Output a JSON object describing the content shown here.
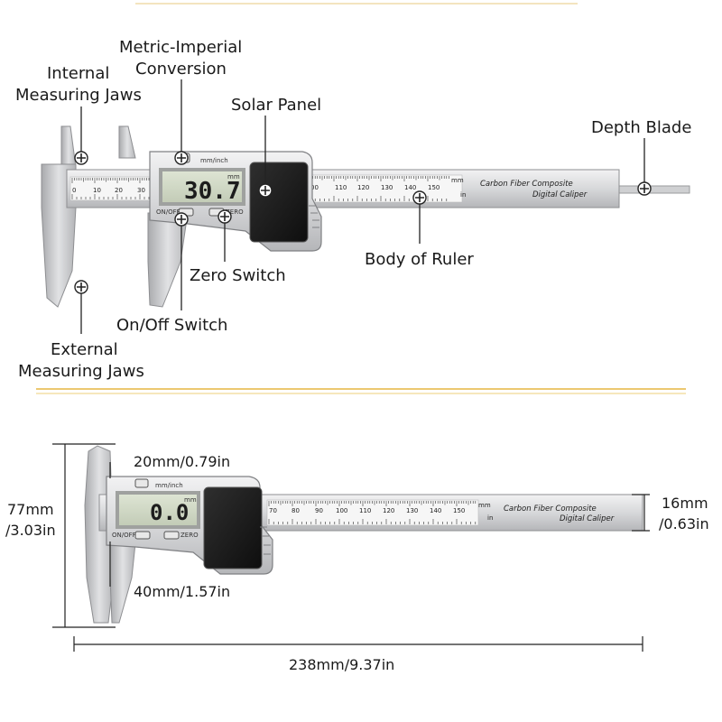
{
  "labels": {
    "internal_jaws": [
      "Internal",
      "Measuring Jaws"
    ],
    "metric_imperial": [
      "Metric-Imperial",
      "Conversion"
    ],
    "solar_panel": "Solar Panel",
    "depth_blade": "Depth Blade",
    "body_of_ruler": "Body of Ruler",
    "zero_switch": "Zero Switch",
    "on_off_switch": "On/Off Switch",
    "external_jaws": [
      "External",
      "Measuring Jaws"
    ]
  },
  "caliper": {
    "unit_button": "mm/inch",
    "on_off_button": "ON/OFF",
    "zero_button": "ZERO",
    "unit_mm": "mm",
    "unit_in": "in",
    "brand_line1": "Carbon Fiber Composite",
    "brand_line2": "Digital Caliper",
    "top_reading": "30.7",
    "bottom_reading": "0.0",
    "top_scale": [
      "0",
      "10",
      "20",
      "30"
    ],
    "right_scale": [
      "00",
      "110",
      "120",
      "130",
      "140",
      "150"
    ],
    "bottom_scale": [
      "70",
      "80",
      "90",
      "100",
      "110",
      "120",
      "130",
      "140",
      "150"
    ]
  },
  "dimensions": {
    "jaw_depth": "20mm/0.79in",
    "height": [
      "77mm",
      "/3.03in"
    ],
    "body_width": [
      "16mm",
      "/0.63in"
    ],
    "jaw_length": "40mm/1.57in",
    "total_length": "238mm/9.37in"
  },
  "colors": {
    "separator": "#e9c36a",
    "body_silver": "#d9dadc",
    "lcd_green": "#cfd8c4",
    "solar_dark": "#1c1c1c"
  }
}
